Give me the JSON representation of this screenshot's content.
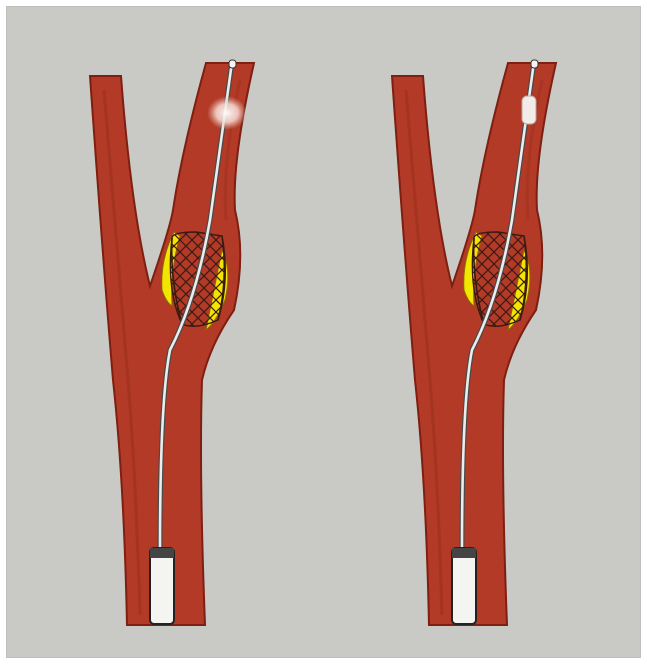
{
  "figure": {
    "panels": [
      {
        "id": "left",
        "embolic_protection": "open-filter-glow"
      },
      {
        "id": "right",
        "embolic_protection": "collapsed-capsule"
      }
    ],
    "colors": {
      "background": "#c9cac5",
      "vessel": "#b23a26",
      "vessel_edge": "#7e1f12",
      "plaque": "#f2e600",
      "guidewire": "#e9e9e9",
      "stent_mesh": "#3a1a14",
      "catheter": "#f4f4f1"
    }
  }
}
